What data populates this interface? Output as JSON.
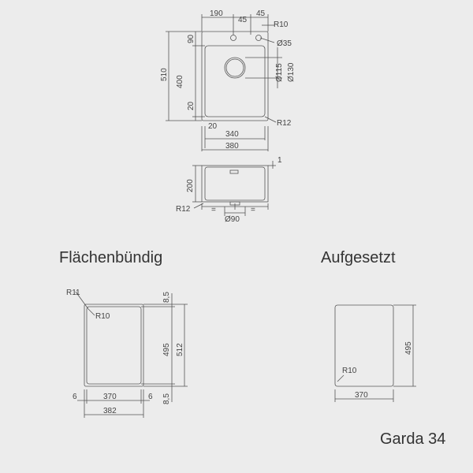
{
  "top_view": {
    "w190": "190",
    "w45a": "45",
    "w45b": "45",
    "r10": "R10",
    "h90": "90",
    "d35": "Ø35",
    "h510": "510",
    "h400": "400",
    "d115": "Ø115",
    "d130": "Ø130",
    "h20": "20",
    "w20": "20",
    "r12": "R12",
    "w340": "340",
    "w380": "380"
  },
  "side_view": {
    "t1": "1",
    "h200": "200",
    "r12": "R12",
    "eq1": "=",
    "eq2": "=",
    "d90": "Ø90"
  },
  "flush": {
    "title": "Flächenbündig",
    "r11": "R11",
    "r10": "R10",
    "t85a": "8,5",
    "h495": "495",
    "h512": "512",
    "t85b": "8,5",
    "m6a": "6",
    "w370": "370",
    "m6b": "6",
    "w382": "382"
  },
  "surface": {
    "title": "Aufgesetzt",
    "r10": "R10",
    "h495": "495",
    "w370": "370"
  },
  "product": "Garda 34"
}
